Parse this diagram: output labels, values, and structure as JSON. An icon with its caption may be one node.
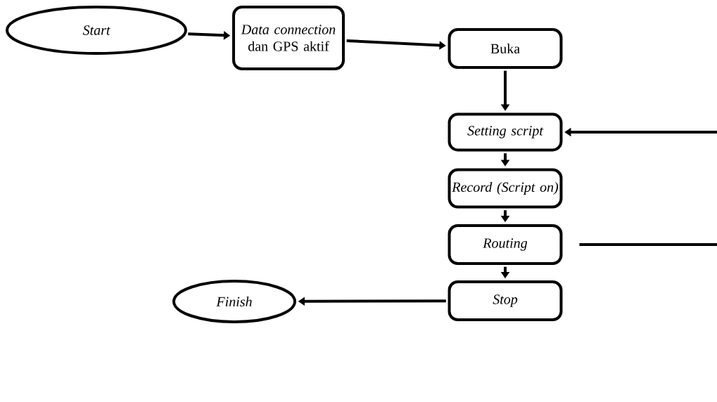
{
  "diagram": {
    "nodes": [
      {
        "text": [
          "Start"
        ]
      },
      {
        "text": [
          "*Data connection* dan GPS aktif"
        ]
      },
      {
        "text": [
          "Buka"
        ]
      },
      {
        "text": [
          "Setting script"
        ]
      },
      {
        "text": [
          "Record (Script on)"
        ]
      },
      {
        "text": [
          "Routing"
        ]
      },
      {
        "text": [
          "Stop"
        ]
      },
      {
        "text": [
          "Finish"
        ]
      }
    ],
    "edges": [
      {
        "from": 0,
        "to": 1,
        "arrow": "to"
      },
      {
        "from": 1,
        "to": 2,
        "arrow": "to"
      },
      {
        "from": 2,
        "to": 3,
        "arrow": "to"
      },
      {
        "from": 3,
        "to": 4,
        "arrow": "to"
      },
      {
        "from": 4,
        "to": 5,
        "arrow": "to"
      },
      {
        "from": 5,
        "to": 6,
        "arrow": "to"
      },
      {
        "from": 6,
        "to": 7,
        "arrow": "to"
      },
      {
        "from": null,
        "to": 3,
        "arrow": "to"
      },
      {
        "from": 5,
        "to": null,
        "arrow": "none"
      }
    ]
  }
}
